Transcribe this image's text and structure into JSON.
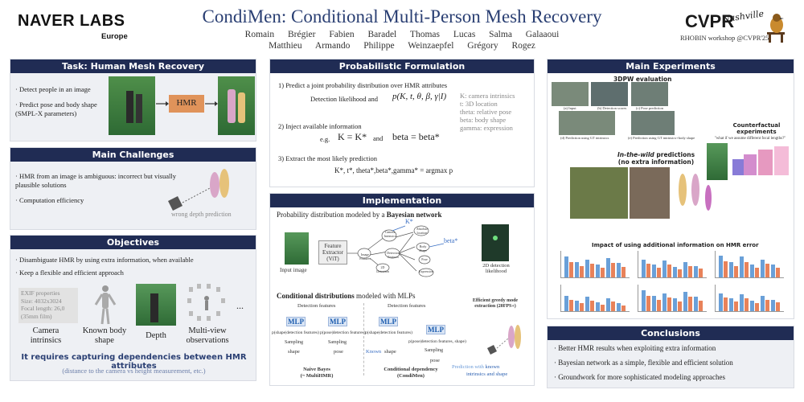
{
  "header": {
    "title": "CondiMen: Conditional Multi-Person Mesh Recovery",
    "authors_line1": "Romain Brégier   Fabien Baradel   Thomas Lucas   Salma Galaaoui",
    "authors_line2": "Matthieu Armando   Philippe Weinzaepfel   Grégory Rogez",
    "logo_left": "NAVER LABS",
    "logo_left_sub": "Europe",
    "logo_right": "CVPR",
    "logo_right_script": "Nashville",
    "workshop": "RHOBIN workshop @CVPR'25"
  },
  "task": {
    "title": "Task: Human Mesh Recovery",
    "bullets": [
      "Detect people in an image",
      "Predict pose and body shape (SMPL-X parameters)"
    ],
    "hmr_label": "HMR"
  },
  "challenges": {
    "title": "Main Challenges",
    "bullets": [
      "HMR from an image is ambiguous: incorrect but visually plausible solutions",
      "Computation efficiency"
    ],
    "caption": "wrong depth prediction"
  },
  "objectives": {
    "title": "Objectives",
    "bullets": [
      "Disambiguate HMR by using extra information, when available",
      "Keep a flexible and efficient approach"
    ],
    "exif_title": "EXIF properties",
    "exif_size": "Size: 4032x3024",
    "exif_focal": "Focal length: 26,0",
    "exif_film": "(35mm film)",
    "labels": [
      "Camera intrinsics",
      "Known body shape",
      "Depth",
      "Multi-view observations"
    ],
    "ellipsis": "...",
    "requires": "It requires capturing dependencies between HMR attributes",
    "requires_sub": "(distance to the camera vs height measurement, etc.)"
  },
  "prob": {
    "title": "Probabilistic Formulation",
    "step1": "1) Predict a joint probability distribution over HMR attributes",
    "det_like": "Detection likelihood and",
    "formula": "p(K, t, θ, β, γ|I)",
    "legend": [
      "K: camera intrinsics",
      "t: 3D location",
      "theta: relative pose",
      "beta: body shape",
      "gamma: expression"
    ],
    "step2": "2) Inject available information",
    "eg": "e.g.",
    "eq1": "K = K*",
    "and": "and",
    "eq2": "beta = beta*",
    "step3": "3) Extract the most likely prediction",
    "argmax": "K*, t*, theta*,beta*,gamma* = argmax p"
  },
  "impl": {
    "title": "Implementation",
    "intro": "Probability distribution modeled by a ",
    "intro_bold": "Bayesian network",
    "input": "Input image",
    "extractor": "Feature Extractor (ViT)",
    "nodes": [
      "Camera Intrinsics",
      "Image Features",
      "2D Detection",
      "Detection Features",
      "Absolute location",
      "Body Shape",
      "Pose",
      "Expression"
    ],
    "k_star": "K*",
    "beta_star": "beta*",
    "det2d": "2D detection likelihood",
    "cond": "Conditional distributions",
    "cond_rest": " modeled with MLPs",
    "det_feat": "Detection features",
    "mlp": "MLP",
    "p_shape": "p(shape|detection features)",
    "p_pose": "p(pose|detection features)",
    "p_pose2": "p(pose|detection features, shape)",
    "sampling": "Sampling",
    "shape": "shape",
    "pose": "pose",
    "known": "Known",
    "naive": "Naive Bayes",
    "naive_sub": "(~ MultiHMR)",
    "condep": "Conditional dependency",
    "condep_sub": "(CondiMen)",
    "greedy": "Efficient greedy mode extraction (20FPS+)",
    "pred_known": "Prediction with",
    "pred_known2": "known",
    "pred_known3": "intrinsics and shape"
  },
  "exp": {
    "title": "Main Experiments",
    "eval3dpw": "3DPW evaluation",
    "captions": [
      "(a) Input",
      "(b) Detection scores",
      "(c) Pose prediction",
      "(d) Prediction using GT intrinsics",
      "(e) Prediction using GT intrinsics+body shape"
    ],
    "counter": "Counterfactual experiments",
    "counter_q": "\"what if we assume different focal lengths?\"",
    "wild": "In-the-wild",
    "wild2": " predictions",
    "wild_sub": "(no extra information)",
    "impact": "Impact of using additional information on HMR error"
  },
  "concl": {
    "title": "Conclusions",
    "bullets": [
      "Better HMR results when exploiting extra information",
      "Bayesian network as a simple, flexible and efficient solution",
      "Groundwork for more sophisticated modeling approaches"
    ]
  },
  "colors": {
    "navy": "#202c54",
    "blue_bar": "#6aa0d8",
    "orange_bar": "#e8825a"
  }
}
